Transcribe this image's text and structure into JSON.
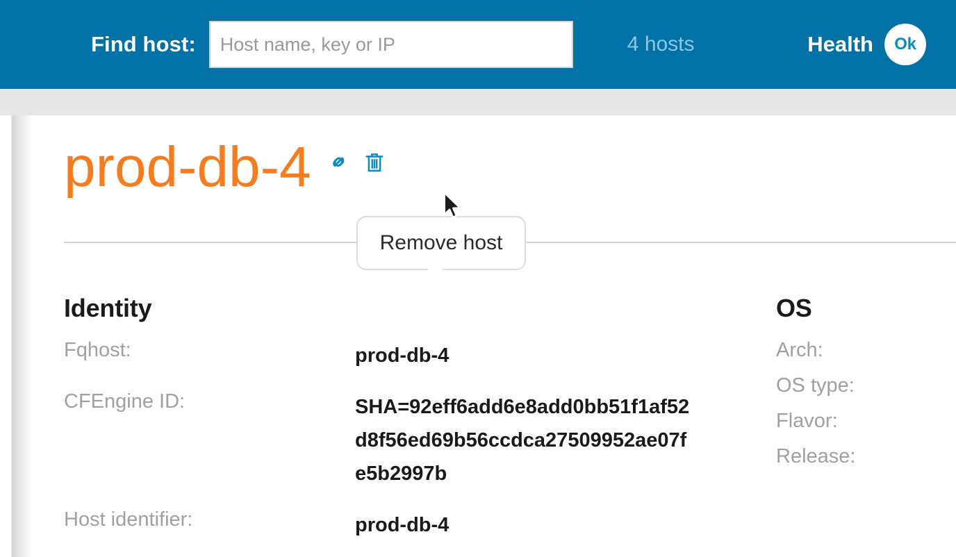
{
  "header": {
    "find_label": "Find host:",
    "search": {
      "placeholder": "Host name, key or IP",
      "value": ""
    },
    "hosts_count": "4 hosts",
    "health_label": "Health",
    "health_status": "Ok",
    "colors": {
      "bar_background": "#0271a6",
      "hosts_count_text": "#8fc6e4",
      "health_text": "#ffffff",
      "badge_background": "#ffffff",
      "badge_text": "#0a8bc4"
    }
  },
  "page": {
    "title": "prod-db-4",
    "title_color": "#f57c1f",
    "actions": [
      {
        "name": "copy-link",
        "icon": "link-icon",
        "color": "#0a8bc4"
      },
      {
        "name": "remove-host",
        "icon": "trash-icon",
        "color": "#0a8bc4"
      }
    ]
  },
  "tooltip": {
    "text": "Remove host",
    "visible": true
  },
  "identity": {
    "heading": "Identity",
    "fields": [
      {
        "label": "Fqhost:",
        "value": "prod-db-4"
      },
      {
        "label": "CFEngine ID:",
        "value": "SHA=92eff6add6e8add0bb51f1af52d8f56ed69b56ccdca27509952ae07fe5b2997b"
      },
      {
        "label": "Host identifier:",
        "value": "prod-db-4"
      }
    ]
  },
  "os": {
    "heading": "OS",
    "fields": [
      {
        "label": "Arch:",
        "value": ""
      },
      {
        "label": "OS type:",
        "value": ""
      },
      {
        "label": "Flavor:",
        "value": ""
      },
      {
        "label": "Release:",
        "value": ""
      }
    ]
  }
}
